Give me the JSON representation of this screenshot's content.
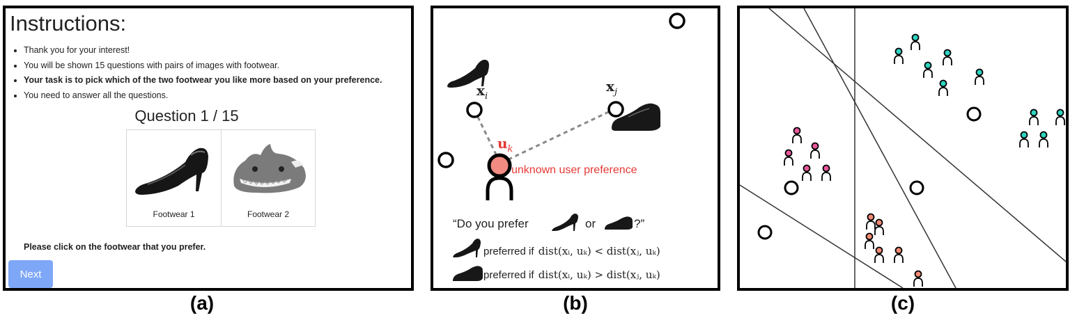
{
  "panel_a": {
    "title": "Instructions:",
    "bullets": [
      "Thank you for your interest!",
      "You will be shown 15 questions with pairs of images with footwear.",
      "Your task is to pick which of the two footwear you like more based on your preference.",
      "You need to answer all the questions."
    ],
    "question_title": "Question 1 / 15",
    "choice_1_label": "Footwear 1",
    "choice_2_label": "Footwear 2",
    "click_message": "Please click on the footwear that you prefer.",
    "next_label": "Next",
    "accent_color": "#7fa7f7"
  },
  "panel_b": {
    "xi_label": "x",
    "xi_sub": "i",
    "xj_label": "x",
    "xj_sub": "j",
    "uk_label": "u",
    "uk_sub": "k",
    "unknown_label": "unknown user preference",
    "question_prefix": "“Do you prefer",
    "question_or": "or",
    "question_suffix": "?”",
    "rule_label": "preferred if",
    "rule_1": "dist(xᵢ, uₖ) < dist(xⱼ, uₖ)",
    "rule_2": "dist(xᵢ, uₖ) > dist(xⱼ, uₖ)",
    "user_color": "#f28b82",
    "label_color": "#e53935"
  },
  "panel_c": {
    "cluster_colors": {
      "teal": "#2ed3c0",
      "magenta": "#e8589a",
      "salmon": "#f28b74"
    }
  },
  "captions": {
    "a": "(a)",
    "b": "(b)",
    "c": "(c)"
  }
}
